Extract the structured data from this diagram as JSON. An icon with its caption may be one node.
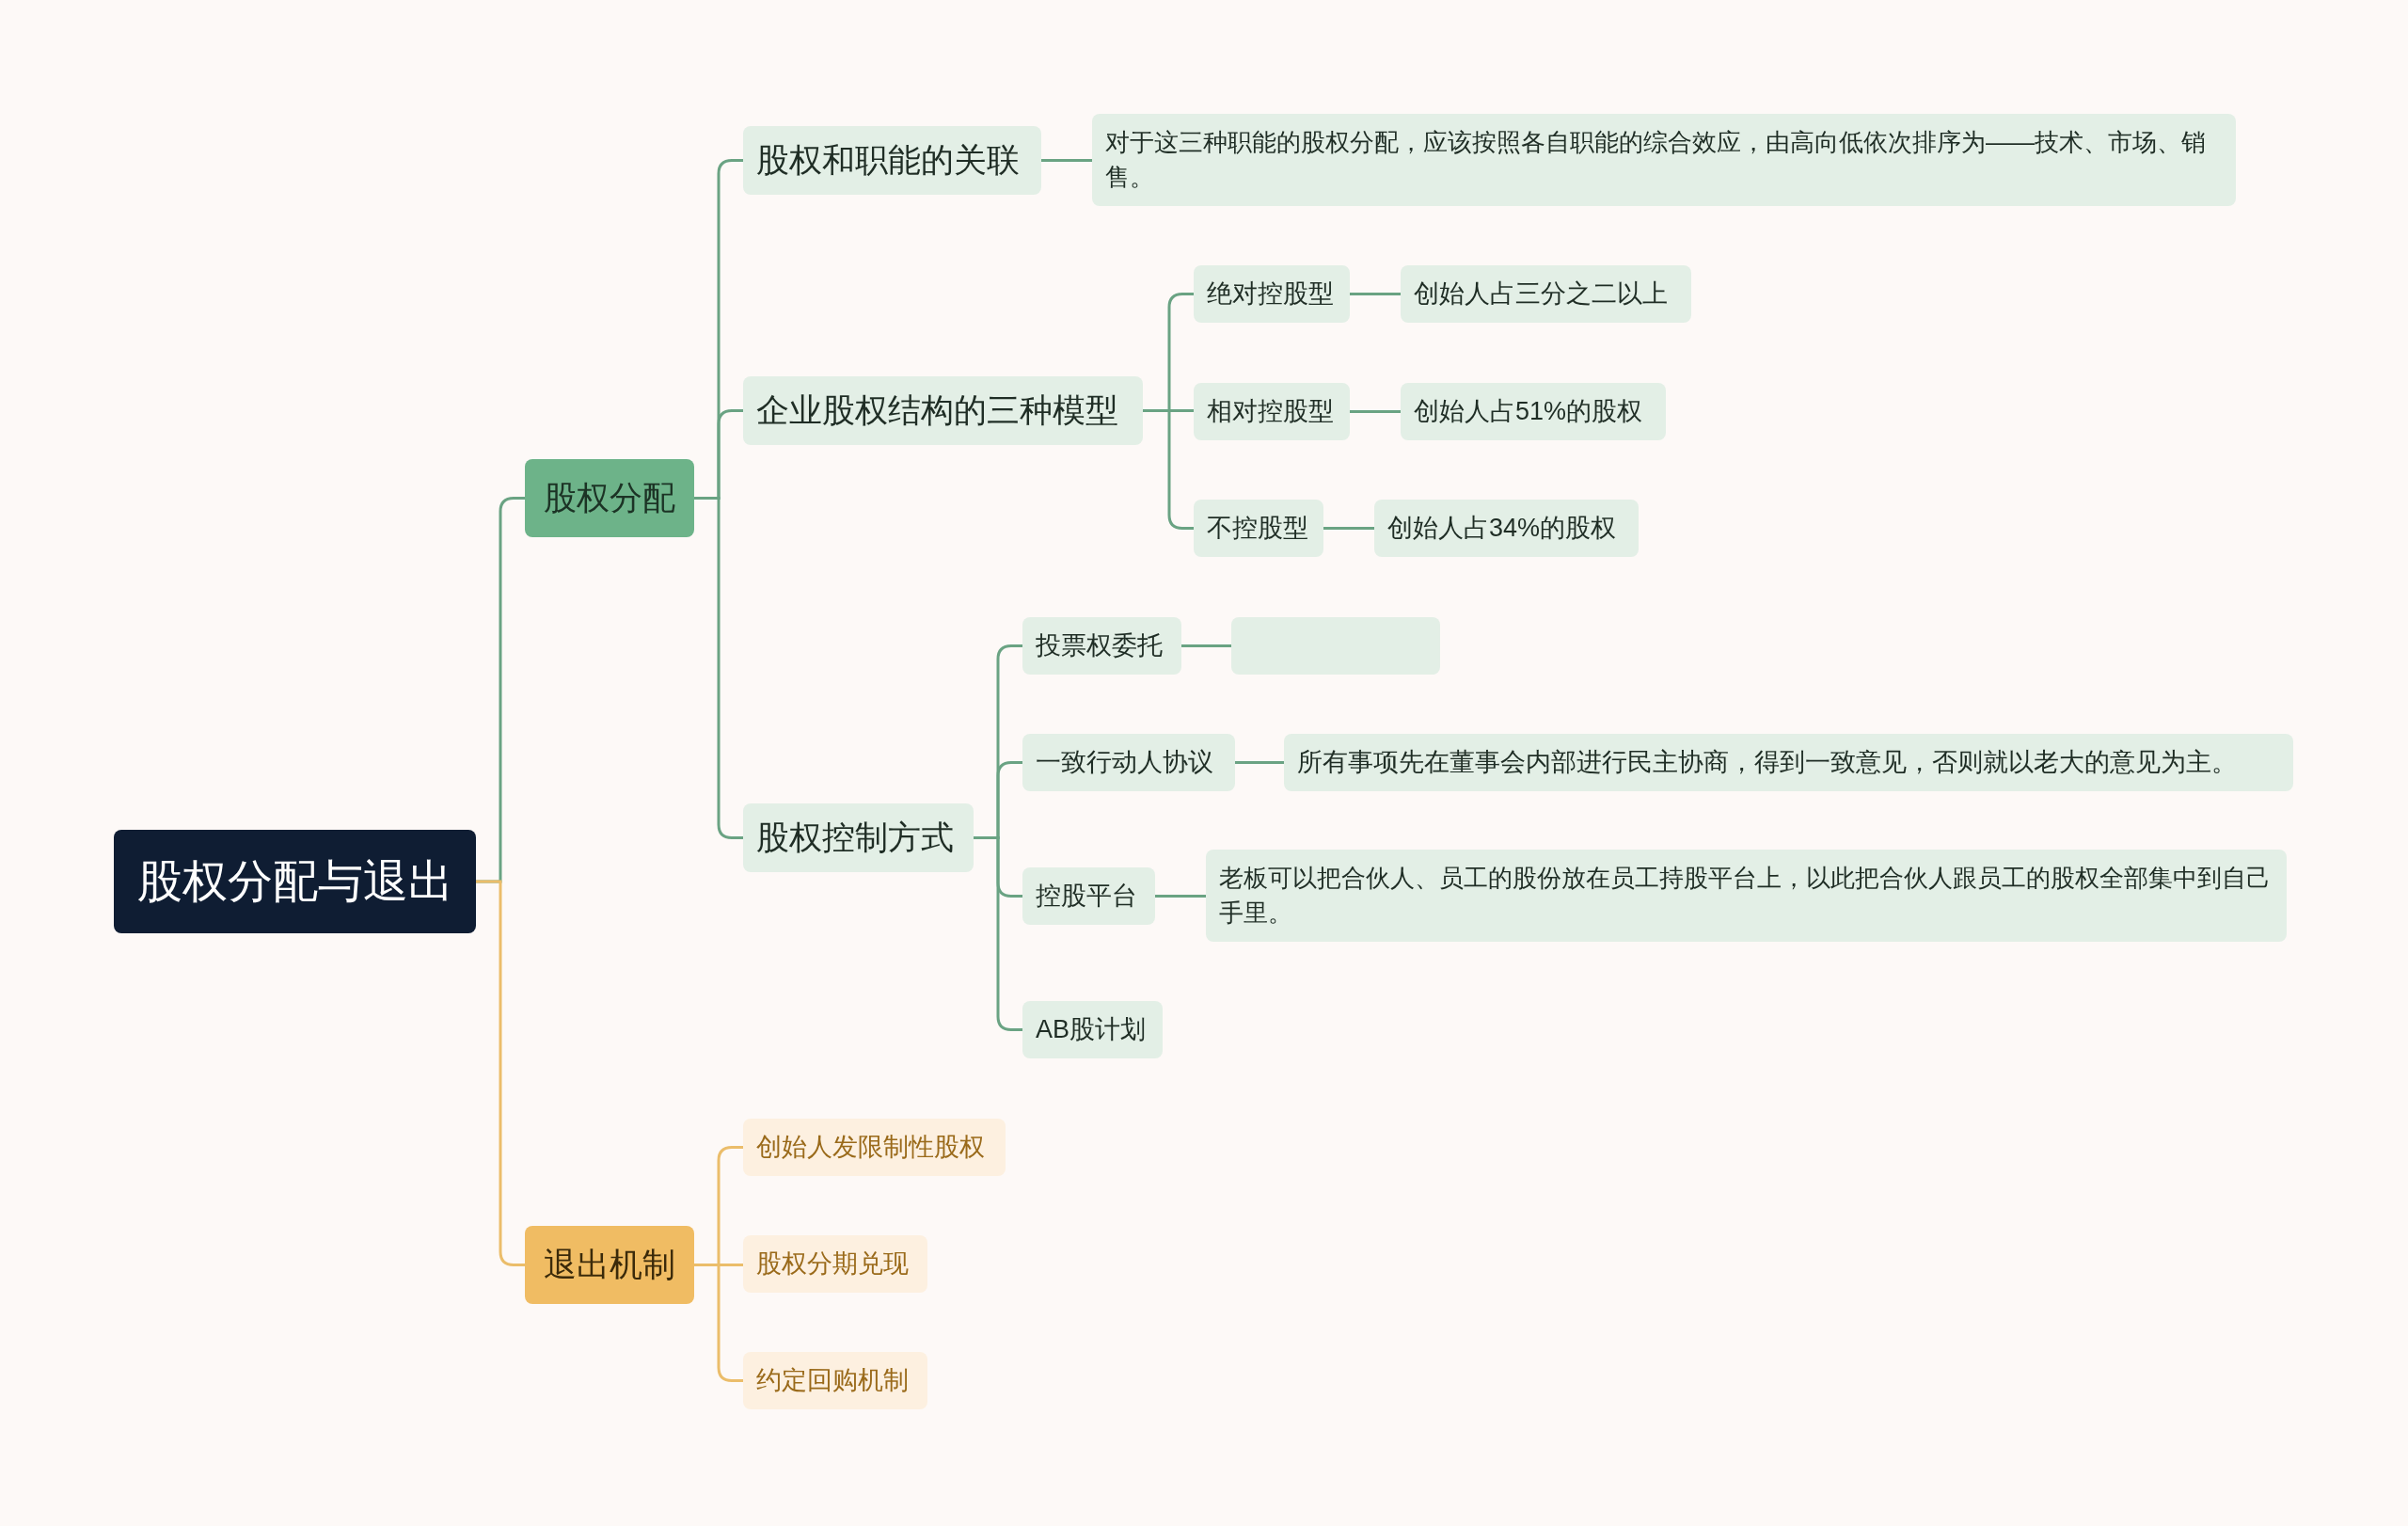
{
  "diagram": {
    "nodes": [
      {
        "text": [
          "股权分配与退出"
        ]
      },
      {
        "text": [
          "股权分配"
        ]
      },
      {
        "text": [
          "股权和职能的关联"
        ]
      },
      {
        "text": [
          "对于这三种职能的股权分配，应该按照各自职能的综合效应，由高向低依次排序为——技术、市场、销售。"
        ]
      },
      {
        "text": [
          "企业股权结构的三种模型"
        ]
      },
      {
        "text": [
          "绝对控股型"
        ]
      },
      {
        "text": [
          "创始人占三分之二以上"
        ]
      },
      {
        "text": [
          "相对控股型"
        ]
      },
      {
        "text": [
          "创始人占51%的股权"
        ]
      },
      {
        "text": [
          "不控股型"
        ]
      },
      {
        "text": [
          "创始人占34%的股权"
        ]
      },
      {
        "text": [
          "股权控制方式"
        ]
      },
      {
        "text": [
          "投票权委托"
        ]
      },
      {
        "text": [],
        "shape": "box"
      },
      {
        "text": [
          "一致行动人协议"
        ]
      },
      {
        "text": [
          "所有事项先在董事会内部进行民主协商，得到一致意见，否则就以老大的意见为主。"
        ]
      },
      {
        "text": [
          "控股平台"
        ]
      },
      {
        "text": [
          "老板可以把合伙人、员工的股份放在员工持股平台上，以此把合伙人跟员工的股权全部集中到自己手里。"
        ]
      },
      {
        "text": [
          "AB股计划"
        ]
      },
      {
        "text": [
          "退出机制"
        ]
      },
      {
        "text": [
          "创始人发限制性股权"
        ]
      },
      {
        "text": [
          "股权分期兑现"
        ]
      },
      {
        "text": [
          "约定回购机制"
        ]
      }
    ],
    "edges": [
      {
        "from": 0,
        "to": 1,
        "arrow": "none"
      },
      {
        "from": 1,
        "to": 2,
        "arrow": "none"
      },
      {
        "from": 2,
        "to": 3,
        "arrow": "none"
      },
      {
        "from": 1,
        "to": 4,
        "arrow": "none"
      },
      {
        "from": 4,
        "to": 5,
        "arrow": "none"
      },
      {
        "from": 5,
        "to": 6,
        "arrow": "none"
      },
      {
        "from": 4,
        "to": 7,
        "arrow": "none"
      },
      {
        "from": 7,
        "to": 8,
        "arrow": "none"
      },
      {
        "from": 4,
        "to": 9,
        "arrow": "none"
      },
      {
        "from": 9,
        "to": 10,
        "arrow": "none"
      },
      {
        "from": 1,
        "to": 11,
        "arrow": "none"
      },
      {
        "from": 11,
        "to": 12,
        "arrow": "none"
      },
      {
        "from": 12,
        "to": 13,
        "arrow": "none"
      },
      {
        "from": 11,
        "to": 14,
        "arrow": "none"
      },
      {
        "from": 14,
        "to": 15,
        "arrow": "none"
      },
      {
        "from": 11,
        "to": 16,
        "arrow": "none"
      },
      {
        "from": 16,
        "to": 17,
        "arrow": "none"
      },
      {
        "from": 11,
        "to": 18,
        "arrow": "none"
      },
      {
        "from": 0,
        "to": 19,
        "arrow": "none",
        "color": "#ebbd6a"
      },
      {
        "from": 19,
        "to": 20,
        "arrow": "none",
        "color": "#ebbd6a"
      },
      {
        "from": 19,
        "to": 21,
        "arrow": "none",
        "color": "#ebbd6a"
      },
      {
        "from": 19,
        "to": 22,
        "arrow": "none",
        "color": "#ebbd6a"
      }
    ]
  }
}
